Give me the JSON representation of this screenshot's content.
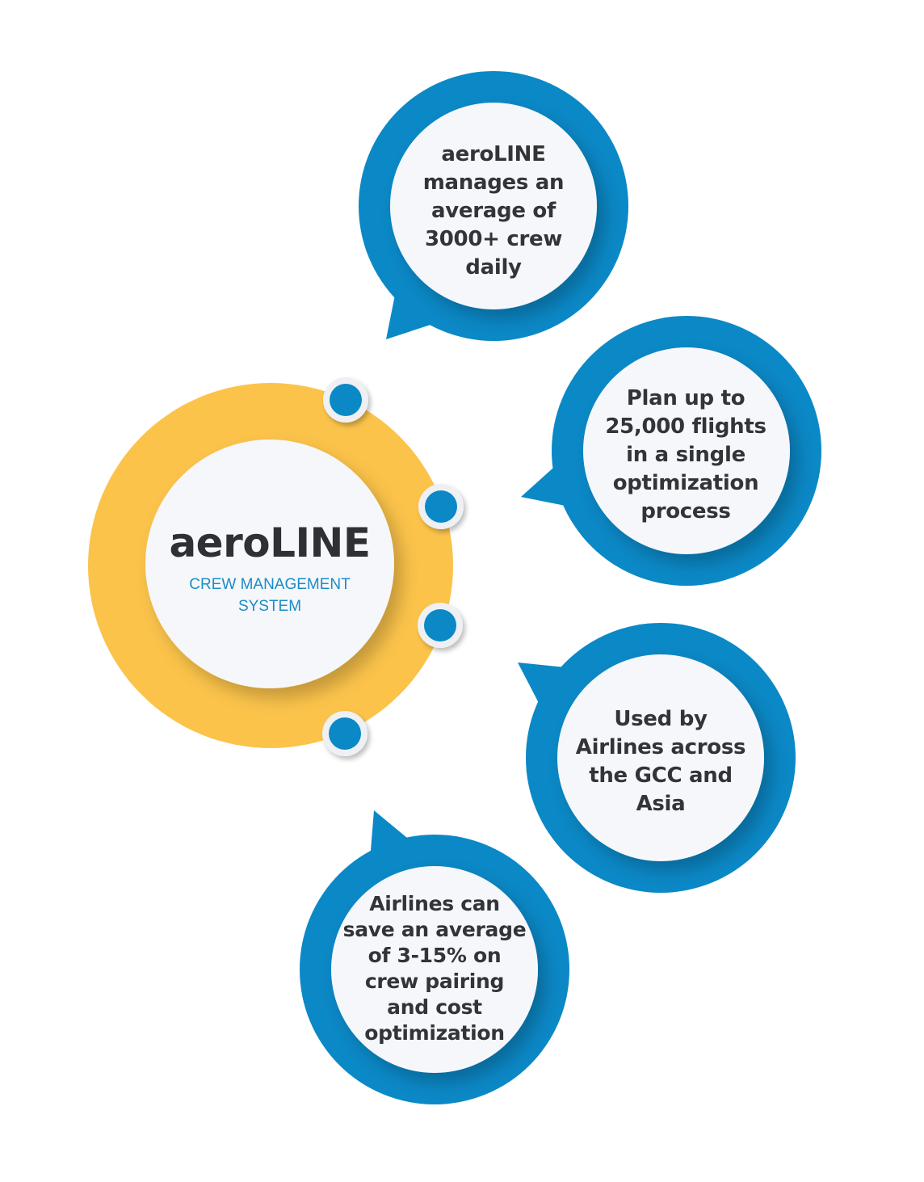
{
  "center": {
    "title": "aeroLINE",
    "subtitle_lines": [
      "CREW MANAGEMENT",
      "SYSTEM"
    ]
  },
  "bubbles": [
    {
      "lines": [
        "aeroLINE",
        "manages an",
        "average of",
        "3000+ crew",
        "daily"
      ]
    },
    {
      "lines": [
        "Plan up to",
        "25,000 flights",
        "in a single",
        "optimization",
        "process"
      ]
    },
    {
      "lines": [
        "Used by",
        "Airlines across",
        "the GCC and",
        "Asia"
      ]
    },
    {
      "lines": [
        "Airlines can",
        "save an average",
        "of 3-15% on",
        "crew pairing",
        "and cost",
        "optimization"
      ]
    }
  ],
  "colors": {
    "blue": "#0b88c6",
    "yellow": "#fbc34a",
    "white": "#f6f7fa",
    "text": "#333438"
  }
}
